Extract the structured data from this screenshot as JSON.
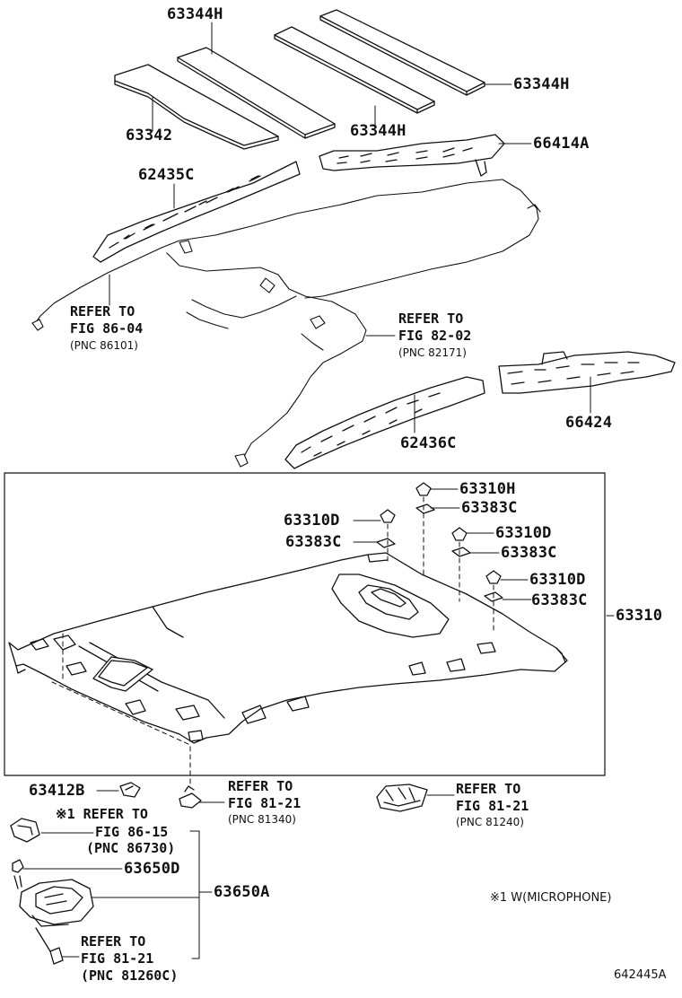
{
  "parts": {
    "p63344H_top": "63344H",
    "p63344H_right": "63344H",
    "p63342": "63342",
    "p63344H_mid": "63344H",
    "p66414A": "66414A",
    "p62435C": "62435C",
    "p66424": "66424",
    "p62436C": "62436C",
    "p63310H": "63310H",
    "p63383C_1": "63383C",
    "p63310D_1": "63310D",
    "p63383C_2": "63383C",
    "p63310D_2": "63310D",
    "p63383C_3": "63383C",
    "p63310D_3": "63310D",
    "p63383C_4": "63383C",
    "p63310": "63310",
    "p63412B": "63412B",
    "p63650D": "63650D",
    "p63650A": "63650A"
  },
  "refs": {
    "r1": {
      "l1": "REFER TO",
      "l2": "FIG 86-04",
      "pnc": "(PNC 86101)"
    },
    "r2": {
      "l1": "REFER TO",
      "l2": "FIG 82-02",
      "pnc": "(PNC 82171)"
    },
    "r3": {
      "l1": "REFER TO",
      "l2": "FIG 81-21",
      "pnc": "(PNC 81340)"
    },
    "r4": {
      "l1": "REFER TO",
      "l2": "FIG 81-21",
      "pnc": "(PNC 81240)"
    },
    "r5": {
      "l1": "※1 REFER TO",
      "l2": "FIG 86-15",
      "pnc": "(PNC 86730)"
    },
    "r6": {
      "l1": "REFER TO",
      "l2": "FIG 81-21",
      "pnc": "(PNC 81260C)"
    }
  },
  "footnote": "※1 W(MICROPHONE)",
  "figure_id": "642445A"
}
